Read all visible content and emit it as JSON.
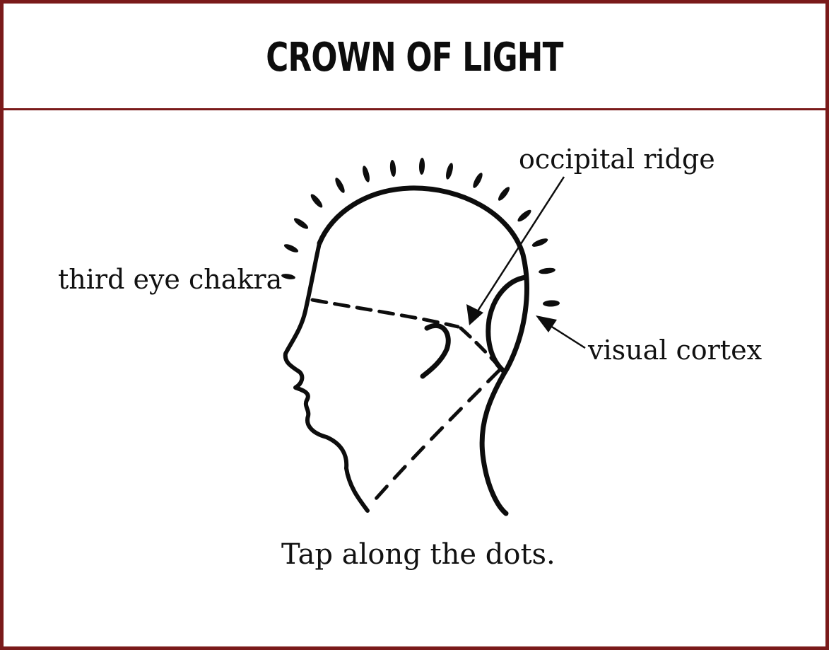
{
  "title": "CROWN OF LIGHT",
  "labels": {
    "third_eye": "third eye chakra",
    "occipital": "occipital ridge",
    "visual": "visual cortex"
  },
  "caption": "Tap along the dots.",
  "colors": {
    "frame": "#7a1a1a",
    "ink": "#0d0d0d",
    "background": "#ffffff"
  }
}
